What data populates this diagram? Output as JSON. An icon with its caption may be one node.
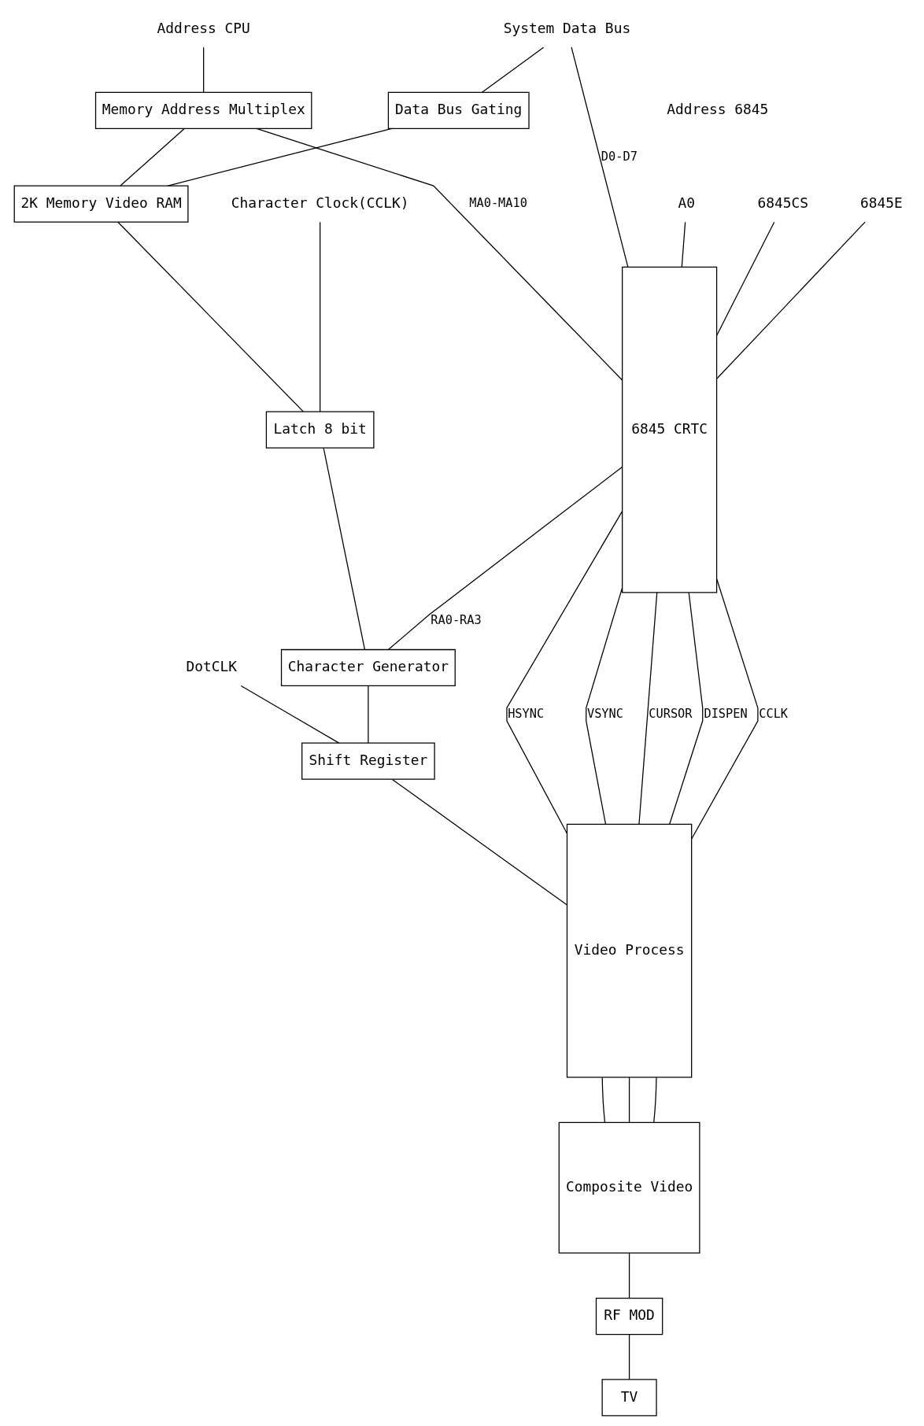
{
  "diagram": {
    "nodes": [
      {
        "text": [
          "Memory Address Multiplex"
        ]
      },
      {
        "text": [
          "2K Memory Video RAM"
        ]
      },
      {
        "text": [
          "Address CPU"
        ]
      },
      {
        "text": [
          "System Data Bus"
        ]
      },
      {
        "text": [
          "Data Bus Gating"
        ]
      },
      {
        "text": [
          "Latch 8 bit"
        ]
      },
      {
        "text": [
          "Character Clock(CCLK)"
        ]
      },
      {
        "text": [
          "Shift Register"
        ]
      },
      {
        "text": [
          "DotCLK"
        ]
      },
      {
        "text": [
          "Character Generator"
        ]
      },
      {
        "text": [
          "6845 CRTC"
        ]
      },
      {
        "text": [
          "A0"
        ]
      },
      {
        "text": [
          "6845CS"
        ]
      },
      {
        "text": [
          "6845E"
        ]
      },
      {
        "text": [
          "Video Process"
        ]
      },
      {
        "text": [
          "Composite Video"
        ]
      },
      {
        "text": [
          "RF MOD"
        ]
      },
      {
        "text": [
          "TV"
        ]
      }
    ],
    "edges": [
      {
        "from": 2,
        "to": 0,
        "arrow": "none"
      },
      {
        "from": 0,
        "to": 1,
        "arrow": "none"
      },
      {
        "from": 4,
        "to": 1,
        "arrow": "none"
      },
      {
        "from": 3,
        "to": 4,
        "arrow": "none"
      },
      {
        "from": 1,
        "to": 5,
        "arrow": "none"
      },
      {
        "from": 6,
        "to": 5,
        "arrow": "none"
      },
      {
        "from": 5,
        "to": 9,
        "arrow": "none"
      },
      {
        "from": 9,
        "to": 7,
        "arrow": "none"
      },
      {
        "from": 8,
        "to": 7,
        "arrow": "none"
      },
      {
        "from": 0,
        "to": 10,
        "arrow": "none",
        "label": "MA0-MA10"
      },
      {
        "from": 3,
        "to": 10,
        "arrow": "none",
        "label": "D0-D7"
      },
      {
        "from": 10,
        "to": 9,
        "arrow": "none",
        "label": "RA0-RA3"
      },
      {
        "from": 11,
        "to": 10,
        "arrow": "none"
      },
      {
        "from": 12,
        "to": 10,
        "arrow": "none"
      },
      {
        "from": 13,
        "to": 10,
        "arrow": "none"
      },
      {
        "from": 10,
        "to": 14,
        "arrow": "none",
        "label": "HSYNC"
      },
      {
        "from": 10,
        "to": 14,
        "arrow": "none",
        "label": "VSYNC"
      },
      {
        "from": 10,
        "to": 14,
        "arrow": "none",
        "label": "CURSOR"
      },
      {
        "from": 10,
        "to": 14,
        "arrow": "none",
        "label": "DISPEN"
      },
      {
        "from": 10,
        "to": 14,
        "arrow": "none",
        "label": "CCLK"
      },
      {
        "from": 7,
        "to": 14,
        "arrow": "none"
      },
      {
        "from": 14,
        "to": 15,
        "arrow": "none"
      },
      {
        "from": 14,
        "to": 15,
        "arrow": "none"
      },
      {
        "from": 14,
        "to": 15,
        "arrow": "none"
      },
      {
        "from": 15,
        "to": 16,
        "arrow": "none"
      },
      {
        "from": 16,
        "to": 17,
        "arrow": "none"
      }
    ],
    "labels": [
      "Address 6845"
    ]
  }
}
